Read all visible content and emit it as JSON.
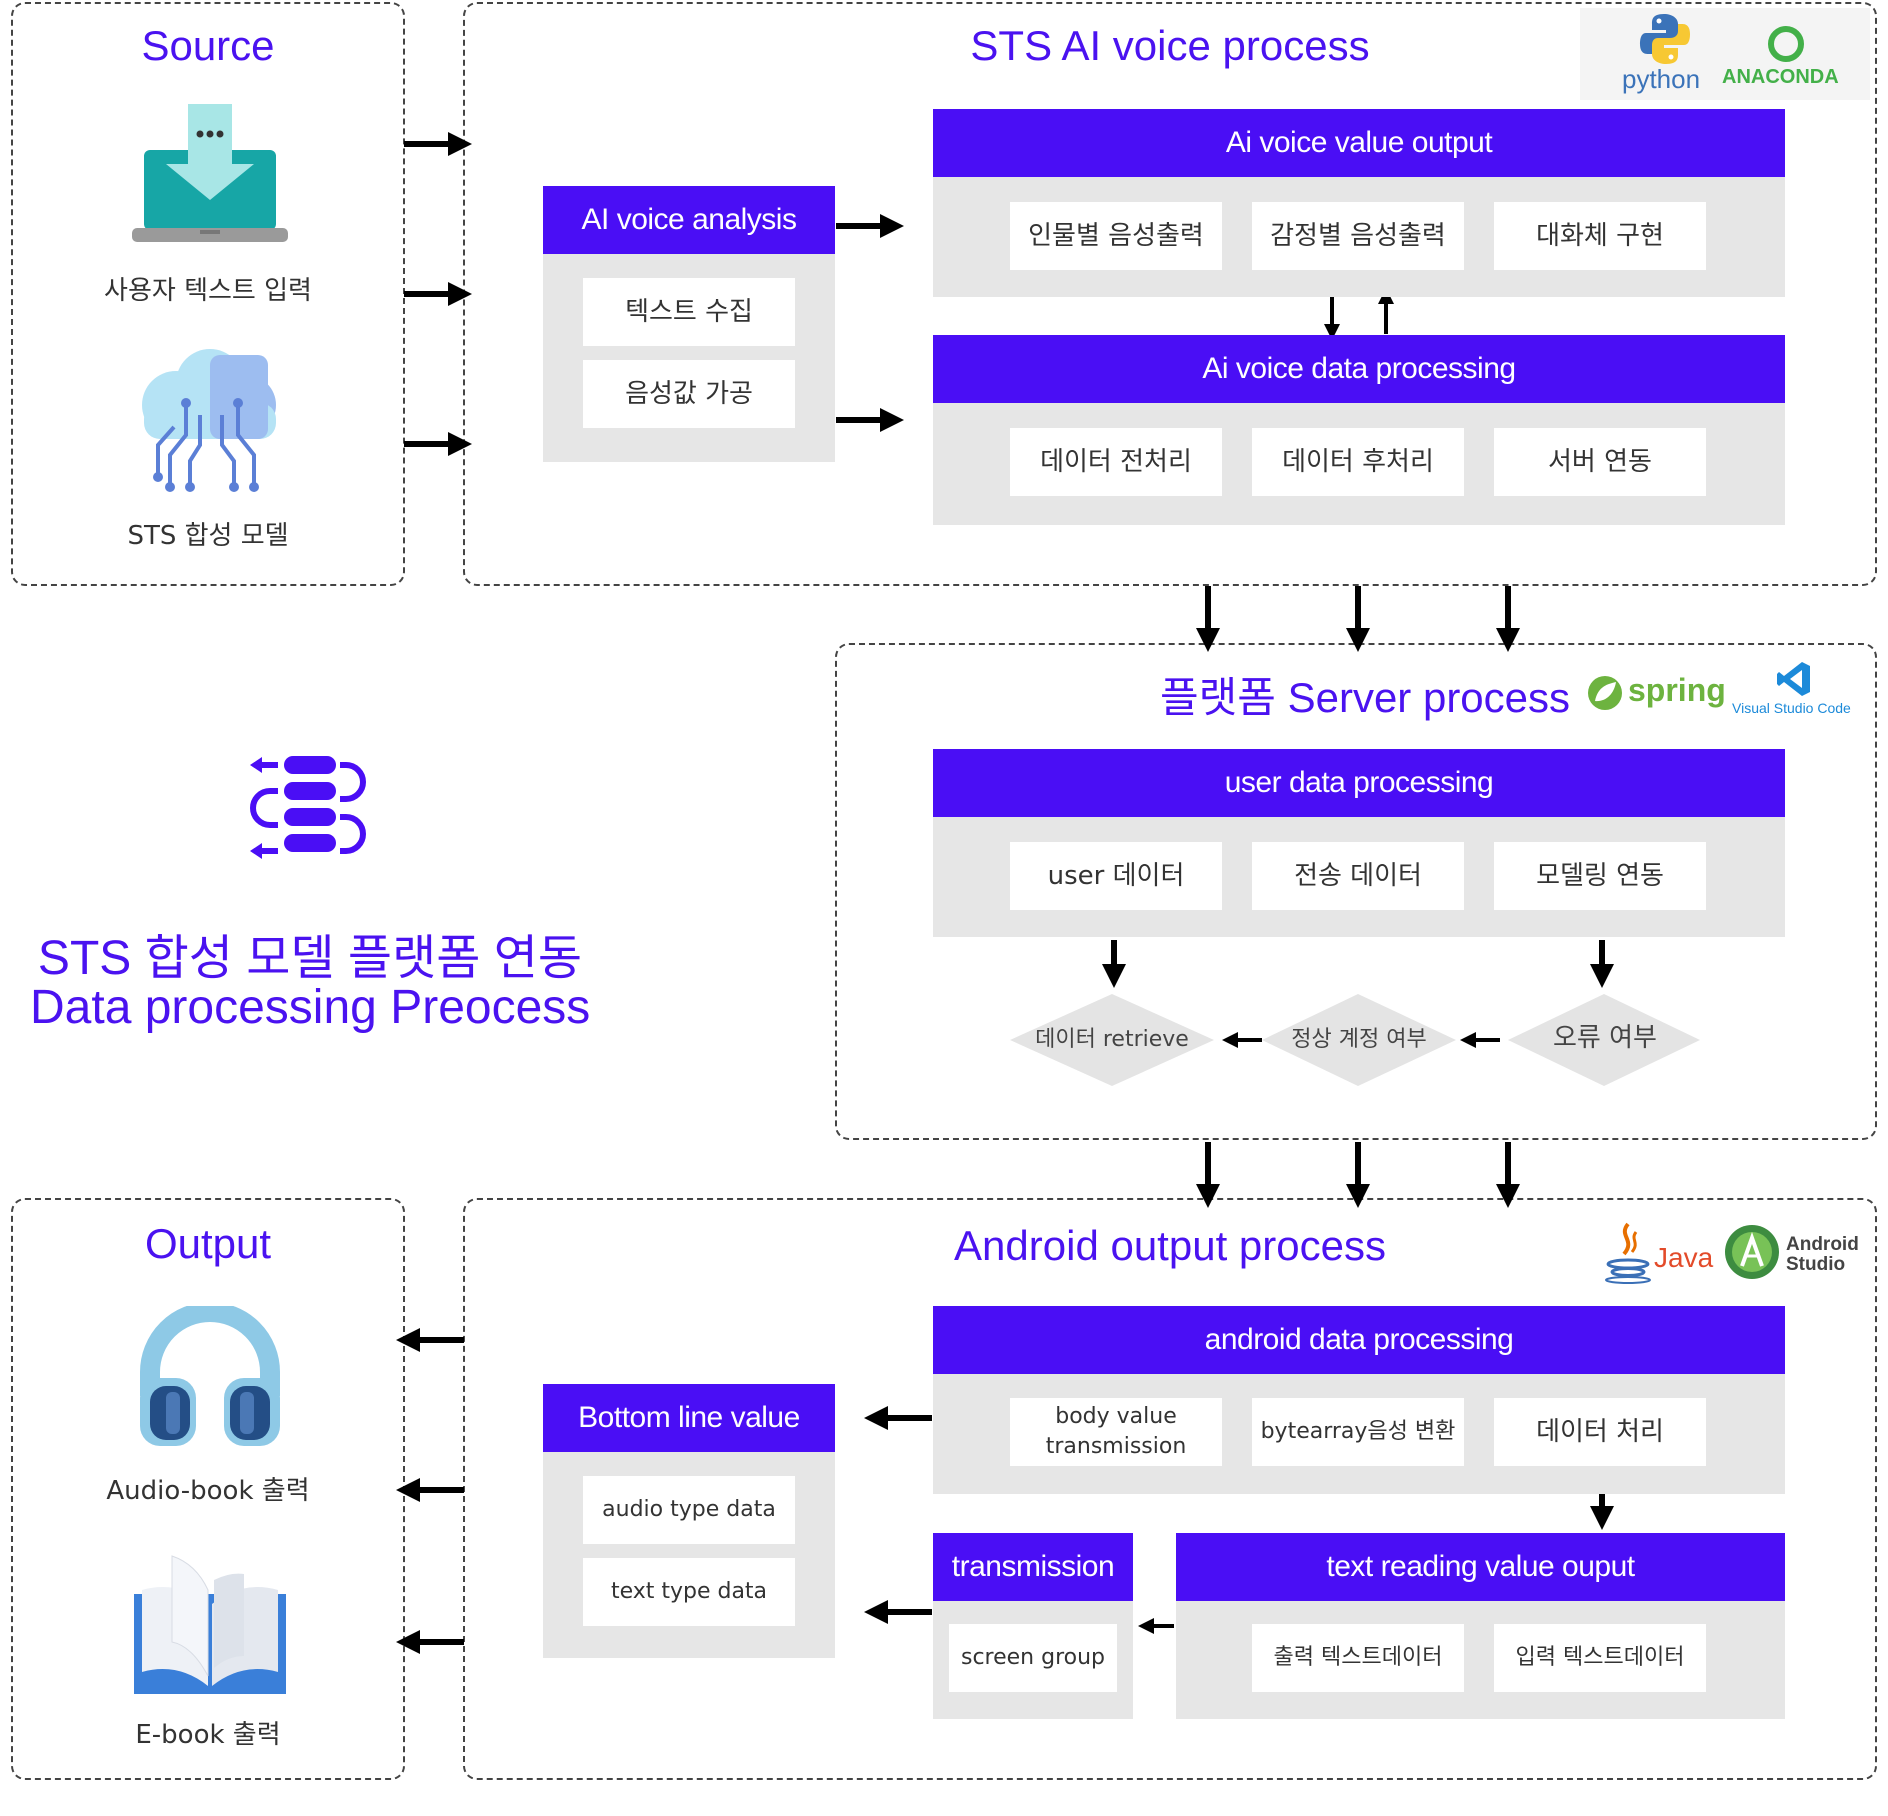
{
  "source": {
    "title": "Source",
    "items": [
      "사용자 텍스트 입력",
      "STS 합성 모델"
    ]
  },
  "output": {
    "title": "Output",
    "items": [
      "Audio-book 출력",
      "E-book 출력"
    ]
  },
  "center": {
    "line1": "STS 합성 모델 플랫폼 연동",
    "line2": "Data processing Preocess"
  },
  "ai_process": {
    "title": "STS AI voice process",
    "logos": [
      "python",
      "ANACONDA"
    ],
    "analysis": {
      "header": "AI voice analysis",
      "items": [
        "텍스트 수집",
        "음성값 가공"
      ]
    },
    "output": {
      "header": "Ai voice value output",
      "items": [
        "인물별 음성출력",
        "감정별 음성출력",
        "대화체 구현"
      ]
    },
    "data": {
      "header": "Ai voice data processing",
      "items": [
        "데이터 전처리",
        "데이터 후처리",
        "서버 연동"
      ]
    }
  },
  "server_process": {
    "title": "플랫폼 Server process",
    "logos": [
      "spring",
      "Visual Studio Code"
    ],
    "user": {
      "header": "user data processing",
      "items": [
        "user 데이터",
        "전송 데이터",
        "모델링 연동"
      ]
    },
    "checks": [
      "데이터 retrieve",
      "정상 계정 여부",
      "오류 여부"
    ]
  },
  "android_process": {
    "title": "Android output process",
    "logos": [
      "Java",
      "Android",
      "Studio"
    ],
    "android": {
      "header": "android data processing",
      "items": [
        "body value",
        "transmission",
        "bytearray음성 변환",
        "데이터 처리"
      ]
    },
    "bottom": {
      "header": "Bottom line value",
      "items": [
        "audio type data",
        "text type data"
      ]
    },
    "transmission": {
      "header": "transmission",
      "items": [
        "screen group"
      ]
    },
    "text_reading": {
      "header": "text reading value ouput",
      "items": [
        "출력 텍스트데이터",
        "입력 텍스트데이터"
      ]
    }
  },
  "colors": {
    "accent": "#4a0ef5",
    "title": "#4a12f0",
    "panel": "#e6e6e6"
  }
}
